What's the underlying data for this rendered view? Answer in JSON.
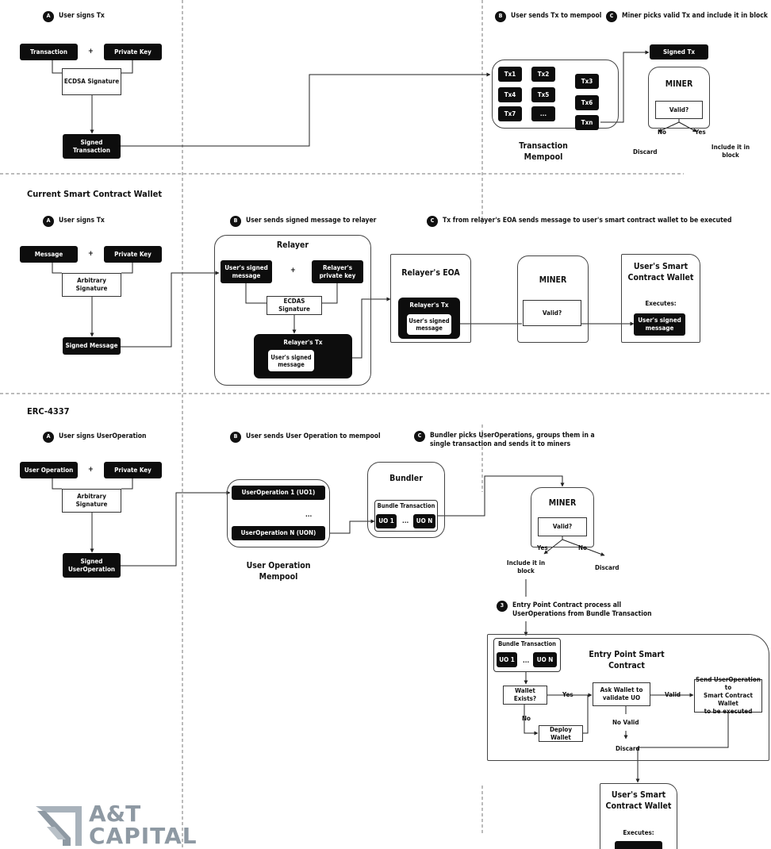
{
  "section1": {
    "stepA": {
      "badge": "A",
      "label": "User signs Tx"
    },
    "transaction": "Transaction",
    "plus": "+",
    "private_key": "Private Key",
    "ecdsa": "ECDSA Signature",
    "signed_tx": "Signed\nTransaction",
    "stepB": {
      "badge": "B",
      "label": "User sends Tx to mempool"
    },
    "stepC": {
      "badge": "C",
      "label": "Miner picks valid Tx and include it in block"
    },
    "mempool_items": [
      "Tx1",
      "Tx2",
      "Tx4",
      "Tx5",
      "Tx7",
      "...",
      "Tx3",
      "Tx6",
      "Txn"
    ],
    "mempool_title": "Transaction\nMempool",
    "signed_tx_out": "Signed Tx",
    "miner_title": "MINER",
    "valid": "Valid?",
    "no": "No",
    "yes": "Yes",
    "discard": "Discard",
    "include": "Include it in\nblock"
  },
  "section2": {
    "title": "Current Smart Contract Wallet",
    "stepA": {
      "badge": "A",
      "label": "User signs Tx"
    },
    "message": "Message",
    "plus": "+",
    "private_key": "Private Key",
    "arbitrary": "Arbitrary\nSignature",
    "signed_message": "Signed Message",
    "stepB": {
      "badge": "B",
      "label": "User sends signed message to relayer"
    },
    "relayer_title": "Relayer",
    "users_signed_message": "User's signed\nmessage",
    "plus2": "+",
    "relayers_private_key": "Relayer's\nprivate key",
    "ecdas": "ECDAS\nSignature",
    "relayers_tx": "Relayer's Tx",
    "inner_message": "User's signed\nmessage",
    "stepC": {
      "badge": "C",
      "label": "Tx from relayer's EOA sends message to user's smart contract wallet to be executed"
    },
    "eoa_title": "Relayer's EOA",
    "eoa_tx": "Relayer's Tx",
    "eoa_message": "User's signed\nmessage",
    "miner_title": "MINER",
    "valid": "Valid?",
    "wallet_title": "User's Smart\nContract Wallet",
    "executes": "Executes:",
    "wallet_message": "User's signed\nmessage"
  },
  "section3": {
    "title": "ERC-4337",
    "stepA": {
      "badge": "A",
      "label": "User signs UserOperation"
    },
    "user_operation": "User Operation",
    "plus": "+",
    "private_key": "Private Key",
    "arbitrary": "Arbitrary\nSignature",
    "signed_uo": "Signed\nUserOperation",
    "stepB": {
      "badge": "B",
      "label": "User sends User Operation to mempool"
    },
    "uo1": "UserOperation 1 (UO1)",
    "ellipsis": "...",
    "uon": "UserOperation N (UON)",
    "mempool_title": "User Operation\nMempool",
    "stepC": {
      "badge": "C",
      "label": "Bundler picks UserOperations, groups them in a\nsingle transaction and sends it to miners"
    },
    "bundler_title": "Bundler",
    "bundle_tx": "Bundle Transaction",
    "bundle_uo1": "UO 1",
    "bundle_dots": "...",
    "bundle_uon": "UO N",
    "miner_title": "MINER",
    "valid": "Valid?",
    "yes": "Yes",
    "no": "No",
    "include": "Include it in\nblock",
    "discard": "Discard",
    "step3": {
      "badge": "3",
      "label": "Entry Point Contract process all\nUserOperations from Bundle Transaction"
    },
    "ep_bundle_tx": "Bundle Transaction",
    "ep_uo1": "UO 1",
    "ep_dots": "...",
    "ep_uon": "UO N",
    "ep_title": "Entry Point Smart Contract",
    "wallet_exists": "Wallet Exists?",
    "yes2": "Yes",
    "ask_wallet": "Ask Wallet to\nvalidate UO",
    "valid_label": "Valid",
    "send_uo": "Send UserOperation to\nSmart Contract Wallet\nto be executed",
    "no2": "No",
    "no_valid": "No Valid",
    "deploy_wallet": "Deploy Wallet",
    "discard2": "Discard",
    "wallet_title": "User's Smart\nContract Wallet",
    "executes": "Executes:"
  },
  "logo": {
    "line1": "A&T",
    "line2": "CAPITAL",
    "color": "#8e99a3"
  }
}
